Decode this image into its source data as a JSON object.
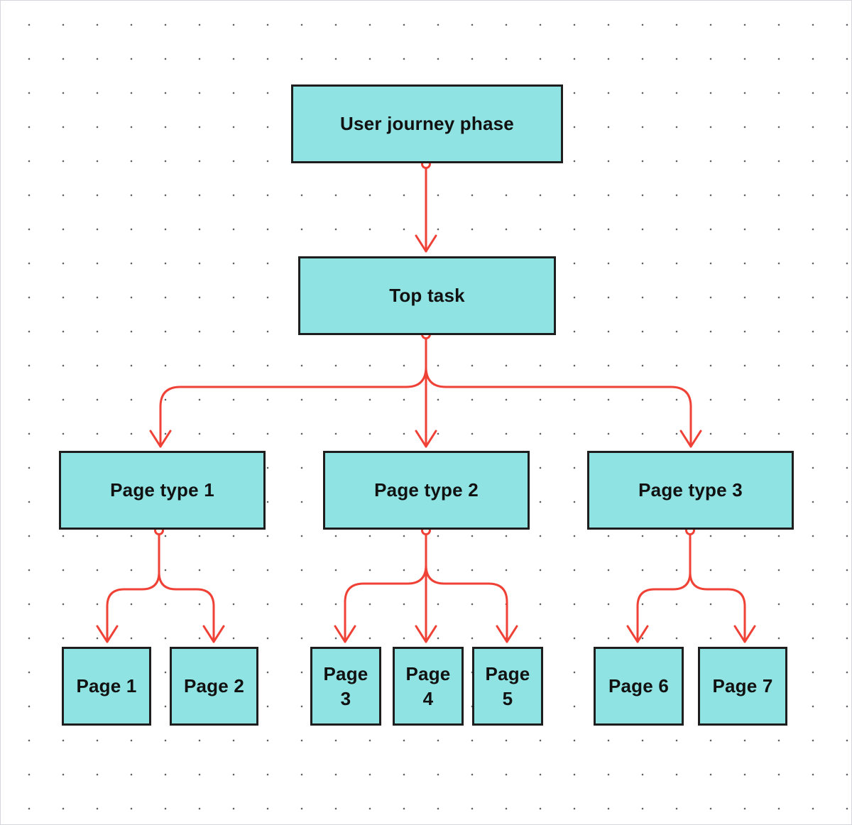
{
  "diagram": {
    "type": "hierarchy",
    "colors": {
      "node_fill": "#8fe3e3",
      "node_border": "#1e1e1e",
      "connector": "#ef4136",
      "background": "#ffffff",
      "grid_dot": "#5f6166"
    },
    "root": {
      "label": "User journey phase"
    },
    "task": {
      "label": "Top task"
    },
    "page_types": [
      {
        "label": "Page type 1"
      },
      {
        "label": "Page type 2"
      },
      {
        "label": "Page type 3"
      }
    ],
    "pages": [
      {
        "label": "Page 1",
        "parent": "Page type 1"
      },
      {
        "label": "Page 2",
        "parent": "Page type 1"
      },
      {
        "label": "Page 3",
        "parent": "Page type 2"
      },
      {
        "label": "Page 4",
        "parent": "Page type 2"
      },
      {
        "label": "Page 5",
        "parent": "Page type 2"
      },
      {
        "label": "Page 6",
        "parent": "Page type 3"
      },
      {
        "label": "Page 7",
        "parent": "Page type 3"
      }
    ],
    "edges": [
      {
        "from": "User journey phase",
        "to": "Top task"
      },
      {
        "from": "Top task",
        "to": "Page type 1"
      },
      {
        "from": "Top task",
        "to": "Page type 2"
      },
      {
        "from": "Top task",
        "to": "Page type 3"
      },
      {
        "from": "Page type 1",
        "to": "Page 1"
      },
      {
        "from": "Page type 1",
        "to": "Page 2"
      },
      {
        "from": "Page type 2",
        "to": "Page 3"
      },
      {
        "from": "Page type 2",
        "to": "Page 4"
      },
      {
        "from": "Page type 2",
        "to": "Page 5"
      },
      {
        "from": "Page type 3",
        "to": "Page 6"
      },
      {
        "from": "Page type 3",
        "to": "Page 7"
      }
    ]
  }
}
